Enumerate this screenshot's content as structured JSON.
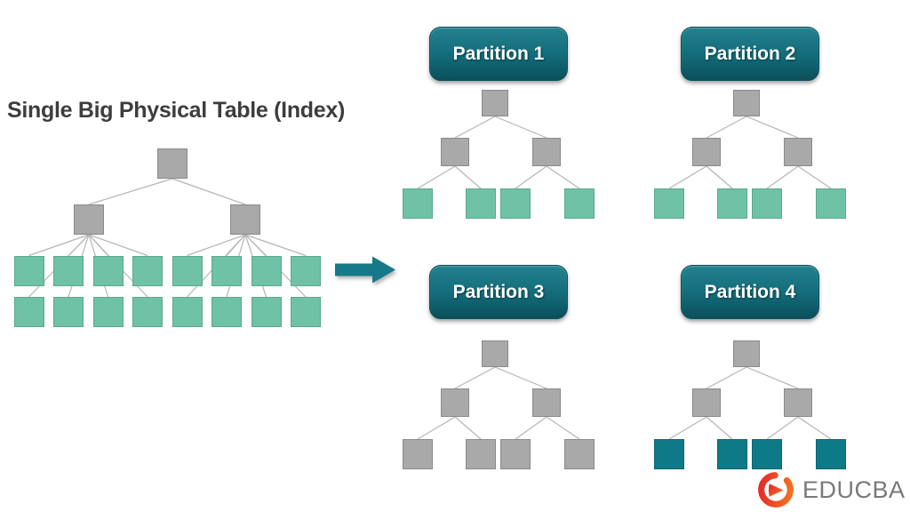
{
  "title": {
    "text": "Single Big Physical Table (Index)"
  },
  "big_tree": {
    "root_color_key": "gray",
    "branch_color_key": "gray",
    "leaf_color_key": "light_teal",
    "leaf_rows": 2,
    "leaves_per_row": 8
  },
  "partitions": [
    {
      "label": "Partition 1",
      "leaf_color_key": "light_teal"
    },
    {
      "label": "Partition 2",
      "leaf_color_key": "light_teal"
    },
    {
      "label": "Partition 3",
      "leaf_color_key": "gray"
    },
    {
      "label": "Partition 4",
      "leaf_color_key": "dark_teal"
    }
  ],
  "arrow": {
    "direction": "right",
    "color": "#15798a"
  },
  "logo": {
    "text": "EDUCBA",
    "text_color": "#77797b",
    "red": "#e3242b",
    "orange": "#f47920"
  },
  "colors": {
    "gray": {
      "fill": "#a9a9a9",
      "border": "#8a8a8a"
    },
    "light_teal": {
      "fill": "#6fc2a6",
      "border": "#5ba88e"
    },
    "dark_teal": {
      "fill": "#0e7a87",
      "border": "#0a6570"
    },
    "badge_gradient_top": "#23828f",
    "badge_gradient_mid": "#136b79",
    "badge_gradient_bottom": "#0a4f5b",
    "line": "#b5b5b5",
    "title_color": "#3d3d3d",
    "background": "#ffffff"
  }
}
